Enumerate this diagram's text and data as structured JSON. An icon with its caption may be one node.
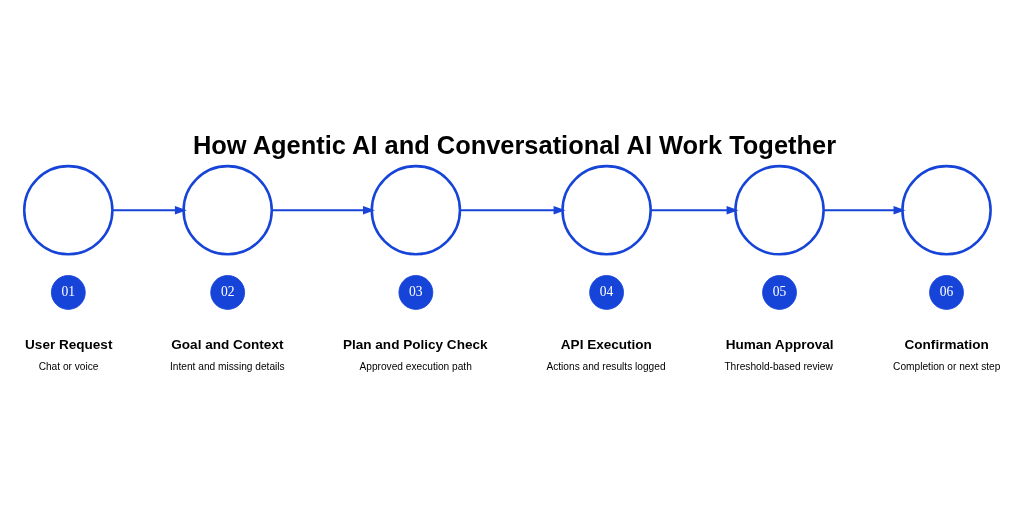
{
  "diagram": {
    "title": "How Agentic AI and Conversational AI Work Together",
    "nodes": [
      {
        "text": [],
        "shape": "circle"
      },
      {
        "text": [],
        "shape": "circle"
      },
      {
        "text": [],
        "shape": "circle"
      },
      {
        "text": [],
        "shape": "circle"
      },
      {
        "text": [],
        "shape": "circle"
      },
      {
        "text": [],
        "shape": "circle"
      },
      {
        "text": [
          "01"
        ],
        "beside": [
          "User Request",
          "Chat or voice"
        ]
      },
      {
        "text": [
          "02"
        ],
        "beside": [
          "Goal and Context",
          "Intent and missing details"
        ]
      },
      {
        "text": [
          "03"
        ],
        "beside": [
          "Plan and Policy Check",
          "Approved execution path"
        ]
      },
      {
        "text": [
          "04"
        ],
        "beside": [
          "API Execution",
          "Actions and results logged"
        ]
      },
      {
        "text": [
          "05"
        ],
        "beside": [
          "Human Approval",
          "Threshold-based review"
        ]
      },
      {
        "text": [
          "06"
        ],
        "beside": [
          "Confirmation",
          "Completion or next step"
        ]
      }
    ],
    "edges": [
      {
        "from": 0,
        "to": 1,
        "arrow": "to"
      },
      {
        "from": 1,
        "to": 2,
        "arrow": "to"
      },
      {
        "from": 2,
        "to": 3,
        "arrow": "to"
      },
      {
        "from": 3,
        "to": 4,
        "arrow": "to"
      },
      {
        "from": 4,
        "to": 5,
        "arrow": "to"
      }
    ]
  }
}
